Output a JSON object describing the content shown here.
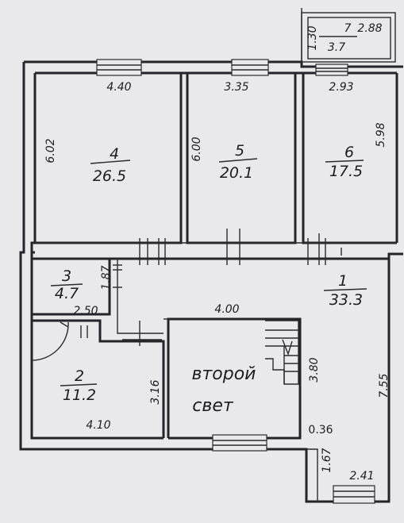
{
  "rooms": {
    "r1": {
      "number": "1",
      "area": "33.3"
    },
    "r2": {
      "number": "2",
      "area": "11.2"
    },
    "r3": {
      "number": "3",
      "area": "4.7"
    },
    "r4": {
      "number": "4",
      "area": "26.5"
    },
    "r5": {
      "number": "5",
      "area": "20.1"
    },
    "r6": {
      "number": "6",
      "area": "17.5"
    },
    "r7": {
      "number": "7",
      "area": "3.7"
    }
  },
  "dimensions": {
    "top_room4": "4.40",
    "top_room5": "3.35",
    "top_room6": "2.93",
    "side_room4": "6.02",
    "side_room5": "6.00",
    "side_room6": "5.98",
    "balcony_h": "1.30",
    "balcony_w": "2.88",
    "room3_small": "1.87",
    "room3_w": "2.50",
    "hall_w": "4.00",
    "hall_h": "7.55",
    "room2_h": "3.16",
    "room2_w": "4.10",
    "stair_h": "3.80",
    "gap": "0.36",
    "porch_h": "1.67",
    "porch_w": "2.41"
  },
  "labels": {
    "second_light_1": "второй",
    "second_light_2": "свет"
  }
}
